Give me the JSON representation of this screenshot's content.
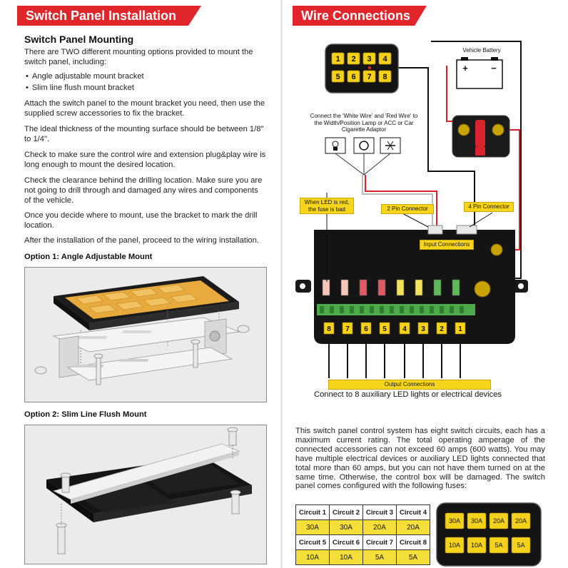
{
  "left": {
    "banner": "Switch Panel Installation",
    "heading": "Switch Panel Mounting",
    "intro": "There are TWO different mounting options provided to mount the switch panel, including:",
    "bullets": [
      "Angle adjustable mount bracket",
      "Slim line flush mount bracket"
    ],
    "p1": "Attach the switch panel to the mount bracket you need, then use the supplied screw accessories to fix the bracket.",
    "p2": "The ideal thickness of the mounting surface should be between 1/8\" to 1/4\".",
    "p3": "Check to make sure the control wire and extension plug&play wire is long enough to mount the desired location.",
    "p4": "Check the clearance behind the drilling location. Make sure you are not going to drill through and damaged any wires and components of the vehicle.",
    "p5": "Once you decide where to mount, use the bracket to mark the drill location.",
    "p6": "After the installation of the panel, proceed to the wiring installation.",
    "option1": "Option 1: Angle Adjustable Mount",
    "option2": "Option 2: Slim Line Flush Mount"
  },
  "right": {
    "banner": "Wire Connections",
    "battery_label": "Vehicle Battery",
    "battery_plus": "+",
    "battery_minus": "−",
    "wire_note": "Connect the 'White Wire' and 'Red Wire' to the Width/Position Lamp or ACC or Car Cigarette Adaptor",
    "led_note": "When LED is red, the fuse is bad",
    "pin2": "2 Pin Connector",
    "pin4": "4 Pin Connector",
    "input_connections": "Input Connections",
    "output_connections": "Output Connections",
    "panel_buttons": [
      "1",
      "2",
      "3",
      "4",
      "5",
      "6",
      "7",
      "8"
    ],
    "output_numbers": [
      "8",
      "7",
      "6",
      "5",
      "4",
      "3",
      "2",
      "1"
    ],
    "connect_caption": "Connect to 8 auxiliary LED lights or electrical devices",
    "paragraph": "This switch panel control system has eight switch circuits, each has a maximum current rating. The total operating amperage of the connected accessories can not exceed 60 amps (600 watts). You may have multiple electrical devices or auxiliary LED lights connected that total more than 60 amps, but you can not have them turned on at the same time. Otherwise, the control box will be damaged. The switch panel comes configured with the following fuses:",
    "fuse_table": {
      "row1_headers": [
        "Circuit 1",
        "Circuit 2",
        "Circuit 3",
        "Circuit 4"
      ],
      "row1_values": [
        "30A",
        "30A",
        "20A",
        "20A"
      ],
      "row2_headers": [
        "Circuit 5",
        "Circuit 6",
        "Circuit 7",
        "Circuit 8"
      ],
      "row2_values": [
        "10A",
        "10A",
        "5A",
        "5A"
      ]
    },
    "panel_fuse_labels": [
      "30A",
      "30A",
      "20A",
      "20A",
      "10A",
      "10A",
      "5A",
      "5A"
    ]
  },
  "colors": {
    "banner_red": "#e0262b",
    "button_yellow": "#f4d21b",
    "table_yellow": "#f4df3a",
    "wire_red": "#d8232a"
  }
}
